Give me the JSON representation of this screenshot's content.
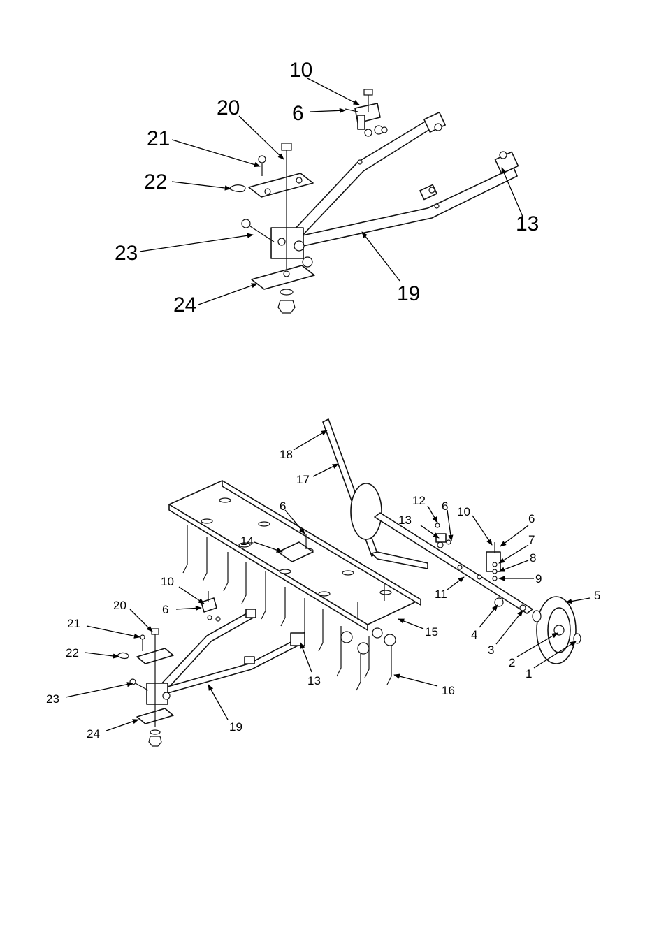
{
  "top_view": {
    "labels": [
      "10",
      "6",
      "20",
      "21",
      "22",
      "23",
      "24",
      "19",
      "13"
    ]
  },
  "bottom_view": {
    "labels": [
      "18",
      "17",
      "12",
      "6",
      "10",
      "6",
      "13",
      "7",
      "8",
      "9",
      "14",
      "6",
      "10",
      "6",
      "11",
      "5",
      "20",
      "21",
      "22",
      "15",
      "4",
      "3",
      "2",
      "1",
      "23",
      "13",
      "16",
      "24",
      "19"
    ]
  }
}
